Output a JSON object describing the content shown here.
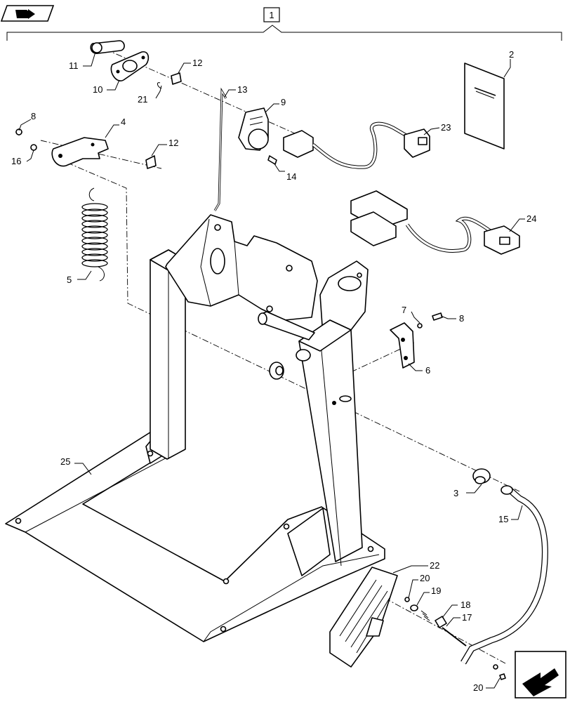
{
  "assembly_number": "1",
  "callouts": [
    {
      "id": "c1",
      "label": "2"
    },
    {
      "id": "c2",
      "label": "3"
    },
    {
      "id": "c3",
      "label": "4"
    },
    {
      "id": "c4",
      "label": "5"
    },
    {
      "id": "c5",
      "label": "6"
    },
    {
      "id": "c6",
      "label": "7"
    },
    {
      "id": "c7",
      "label": "8"
    },
    {
      "id": "c8",
      "label": "8"
    },
    {
      "id": "c9",
      "label": "9"
    },
    {
      "id": "c10",
      "label": "10"
    },
    {
      "id": "c11",
      "label": "11"
    },
    {
      "id": "c12",
      "label": "12"
    },
    {
      "id": "c13",
      "label": "12"
    },
    {
      "id": "c14",
      "label": "13"
    },
    {
      "id": "c15",
      "label": "14"
    },
    {
      "id": "c16",
      "label": "15"
    },
    {
      "id": "c17",
      "label": "16"
    },
    {
      "id": "c18",
      "label": "17"
    },
    {
      "id": "c19",
      "label": "18"
    },
    {
      "id": "c20",
      "label": "19"
    },
    {
      "id": "c21",
      "label": "20"
    },
    {
      "id": "c22",
      "label": "20"
    },
    {
      "id": "c23",
      "label": "21"
    },
    {
      "id": "c24",
      "label": "22"
    },
    {
      "id": "c25",
      "label": "23"
    },
    {
      "id": "c26",
      "label": "24"
    },
    {
      "id": "c27",
      "label": "25"
    }
  ],
  "icons": {
    "top_left": "book-arrow-icon",
    "bottom_right": "next-page-arrow-icon"
  }
}
